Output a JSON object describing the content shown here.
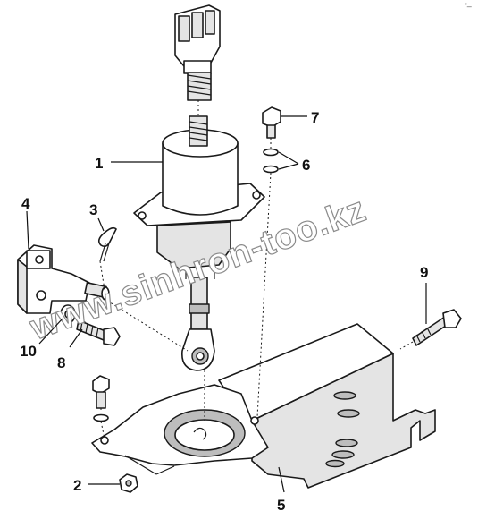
{
  "diagram": {
    "corner_mark": "'–",
    "watermark": "www.sinhron-too.kz",
    "callouts": [
      {
        "id": "1",
        "label": "1"
      },
      {
        "id": "2",
        "label": "2"
      },
      {
        "id": "3",
        "label": "3"
      },
      {
        "id": "4",
        "label": "4"
      },
      {
        "id": "5",
        "label": "5"
      },
      {
        "id": "6",
        "label": "6"
      },
      {
        "id": "7",
        "label": "7"
      },
      {
        "id": "8",
        "label": "8"
      },
      {
        "id": "9",
        "label": "9"
      },
      {
        "id": "10",
        "label": "10"
      }
    ]
  }
}
